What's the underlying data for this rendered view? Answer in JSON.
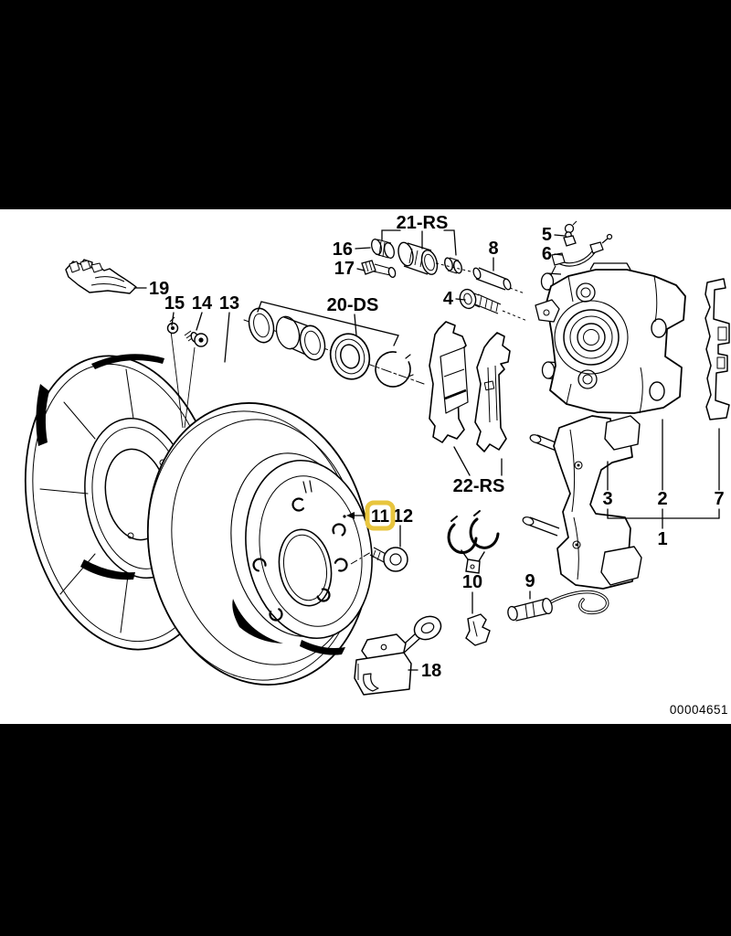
{
  "page": {
    "background": "#ffffff",
    "letterbox_color": "#000000"
  },
  "highlight": {
    "color": "#e8c53e",
    "highlighted_part": "11"
  },
  "footer": {
    "doc_number": "00004651"
  },
  "labels": {
    "p19": "19",
    "p15": "15",
    "p14": "14",
    "p13": "13",
    "p16": "16",
    "p17": "17",
    "kit21": "21-RS",
    "kit20": "20-DS",
    "kit22": "22-RS",
    "p8": "8",
    "p4": "4",
    "p5": "5",
    "p6": "6",
    "p3": "3",
    "p2": "2",
    "p7": "7",
    "p1": "1",
    "p9": "9",
    "p10": "10",
    "p11": "11",
    "p12": "12",
    "p18": "18"
  }
}
